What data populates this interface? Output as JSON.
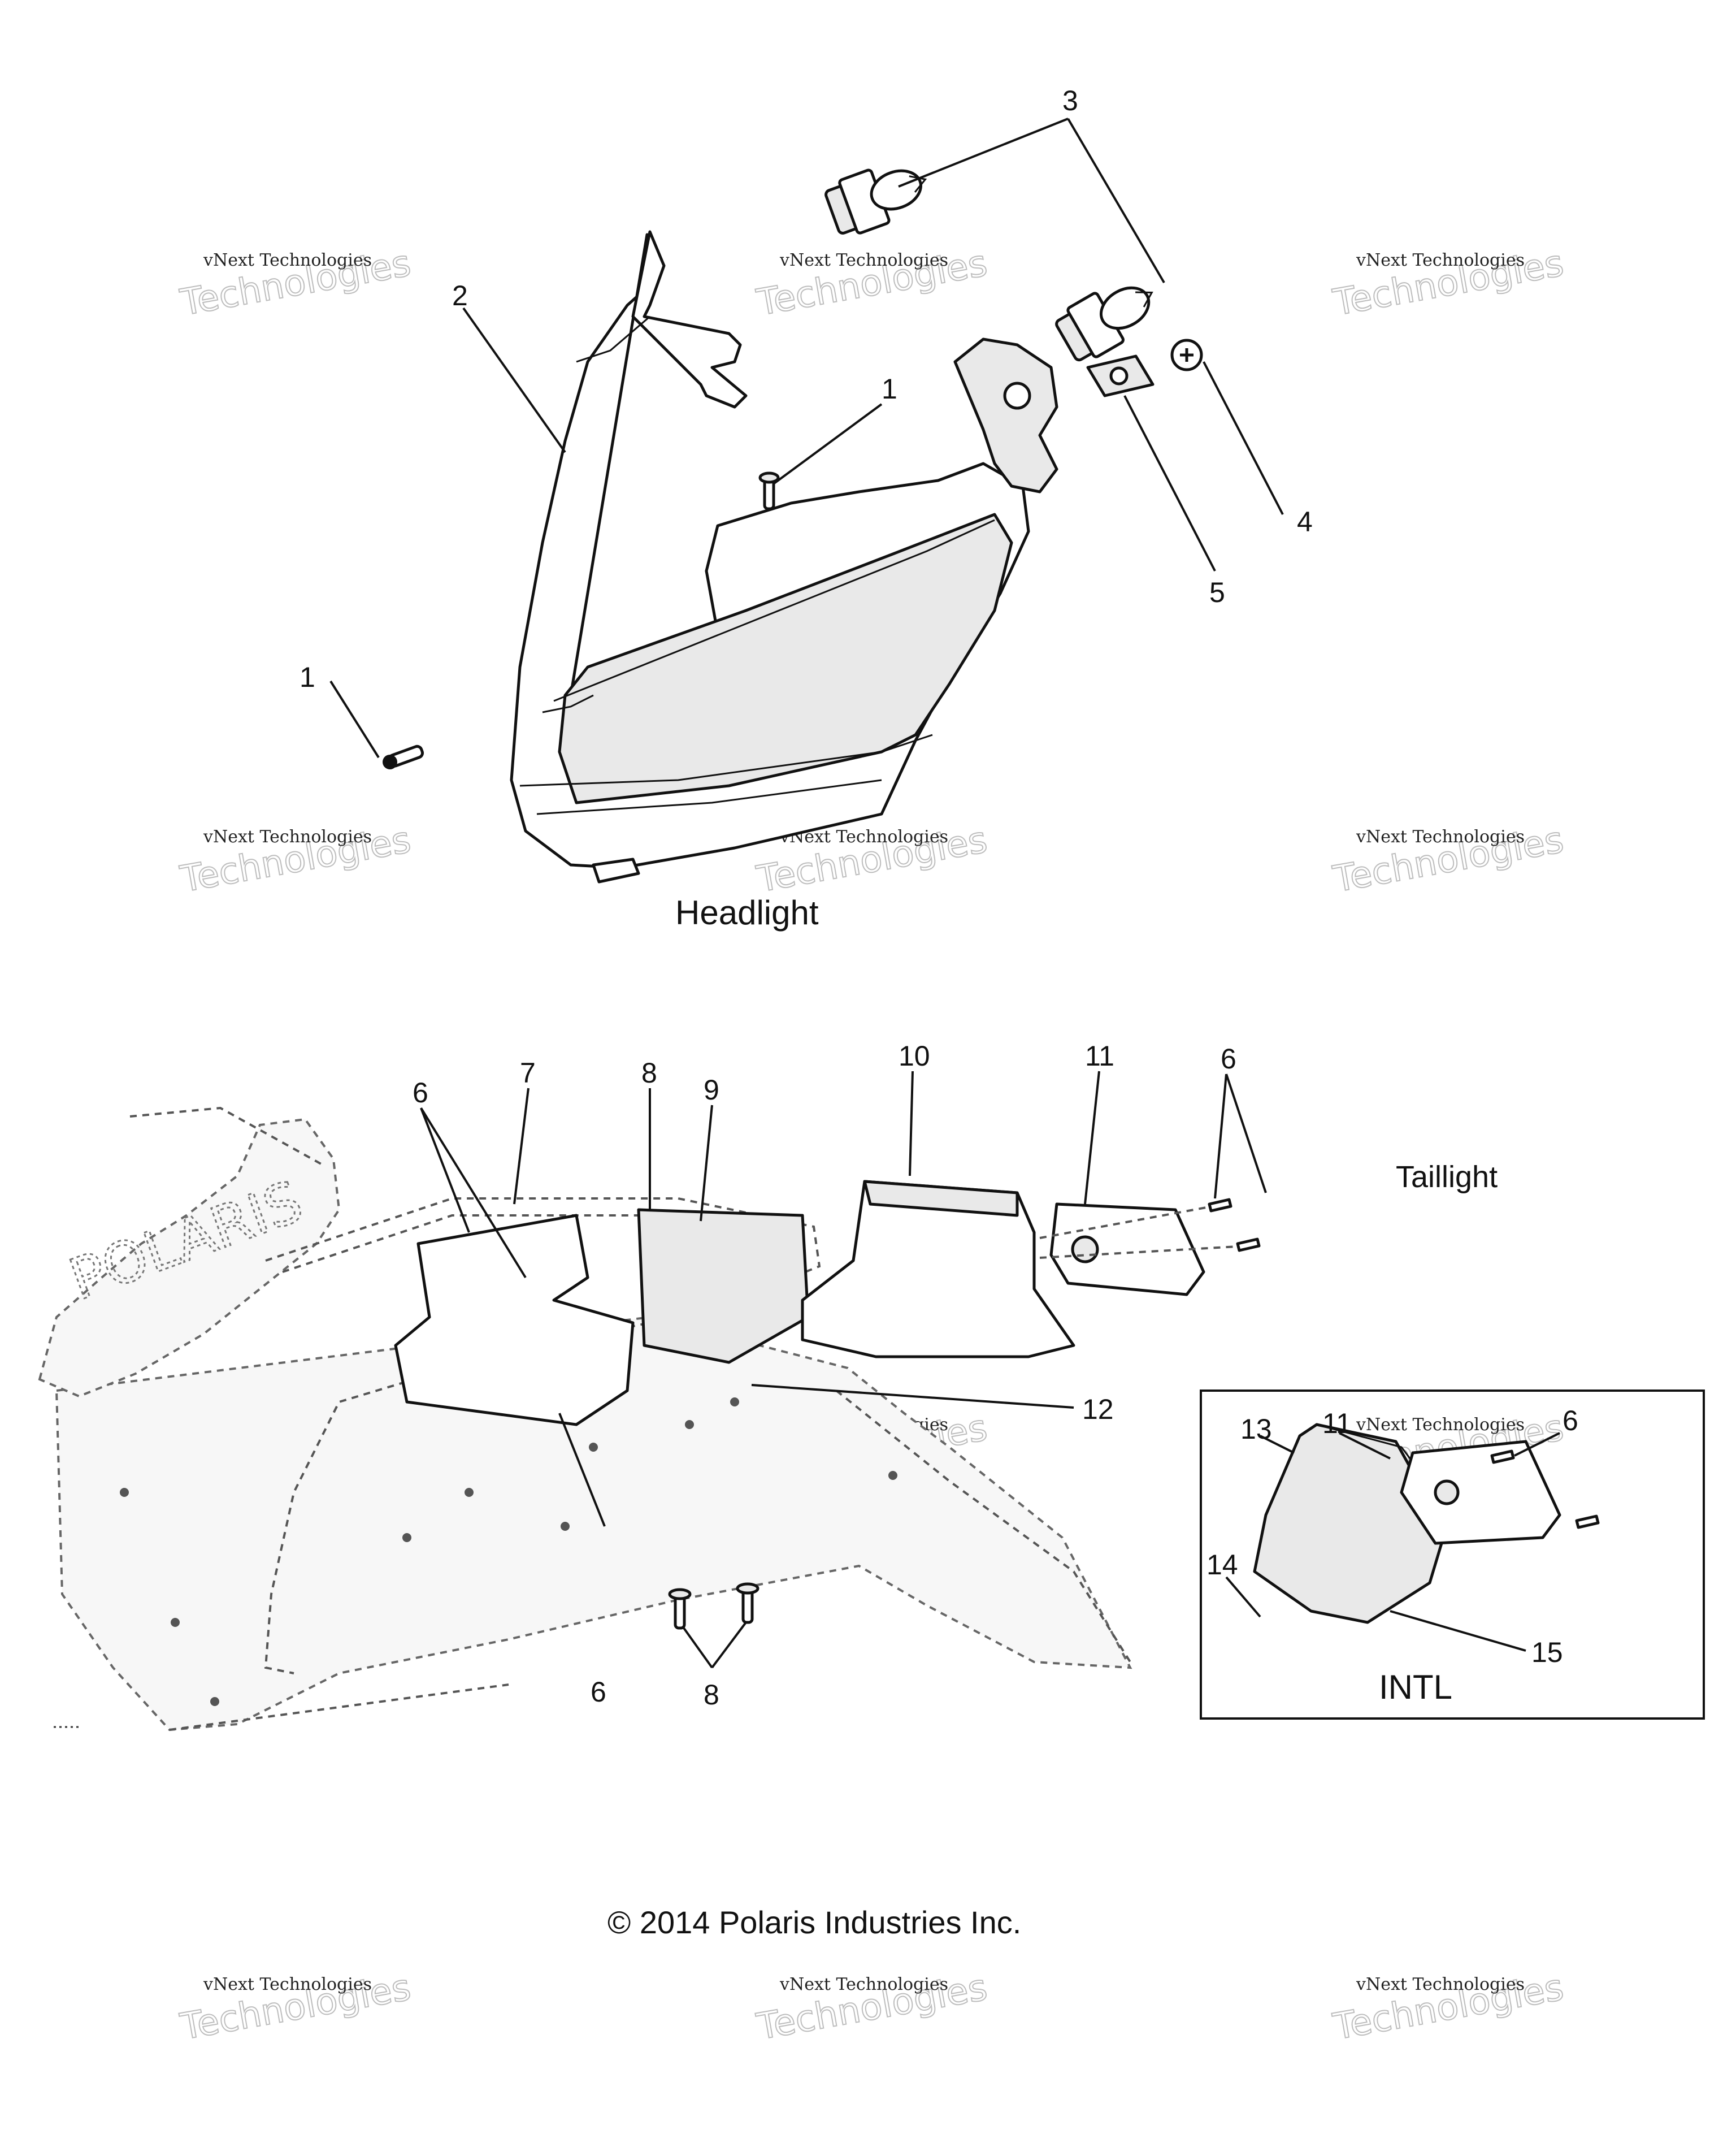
{
  "diagram": {
    "sections": {
      "headlight": "Headlight",
      "taillight": "Taillight",
      "intl": "INTL"
    },
    "callouts": {
      "c1a": "1",
      "c1b": "1",
      "c2": "2",
      "c3": "3",
      "c4": "4",
      "c5": "5",
      "c6a": "6",
      "c6b": "6",
      "c6c": "6",
      "c6d": "6",
      "c7": "7",
      "c8a": "8",
      "c8b": "8",
      "c9": "9",
      "c10": "10",
      "c11a": "11",
      "c11b": "11",
      "c12": "12",
      "c13": "13",
      "c14": "14",
      "c15": "15"
    },
    "seat_logo": "POLARIS",
    "copyright": "© 2014 Polaris Industries Inc.",
    "watermark": {
      "line1": "vNext Technologies",
      "line2": "vNext",
      "line3": "Technologies"
    }
  }
}
